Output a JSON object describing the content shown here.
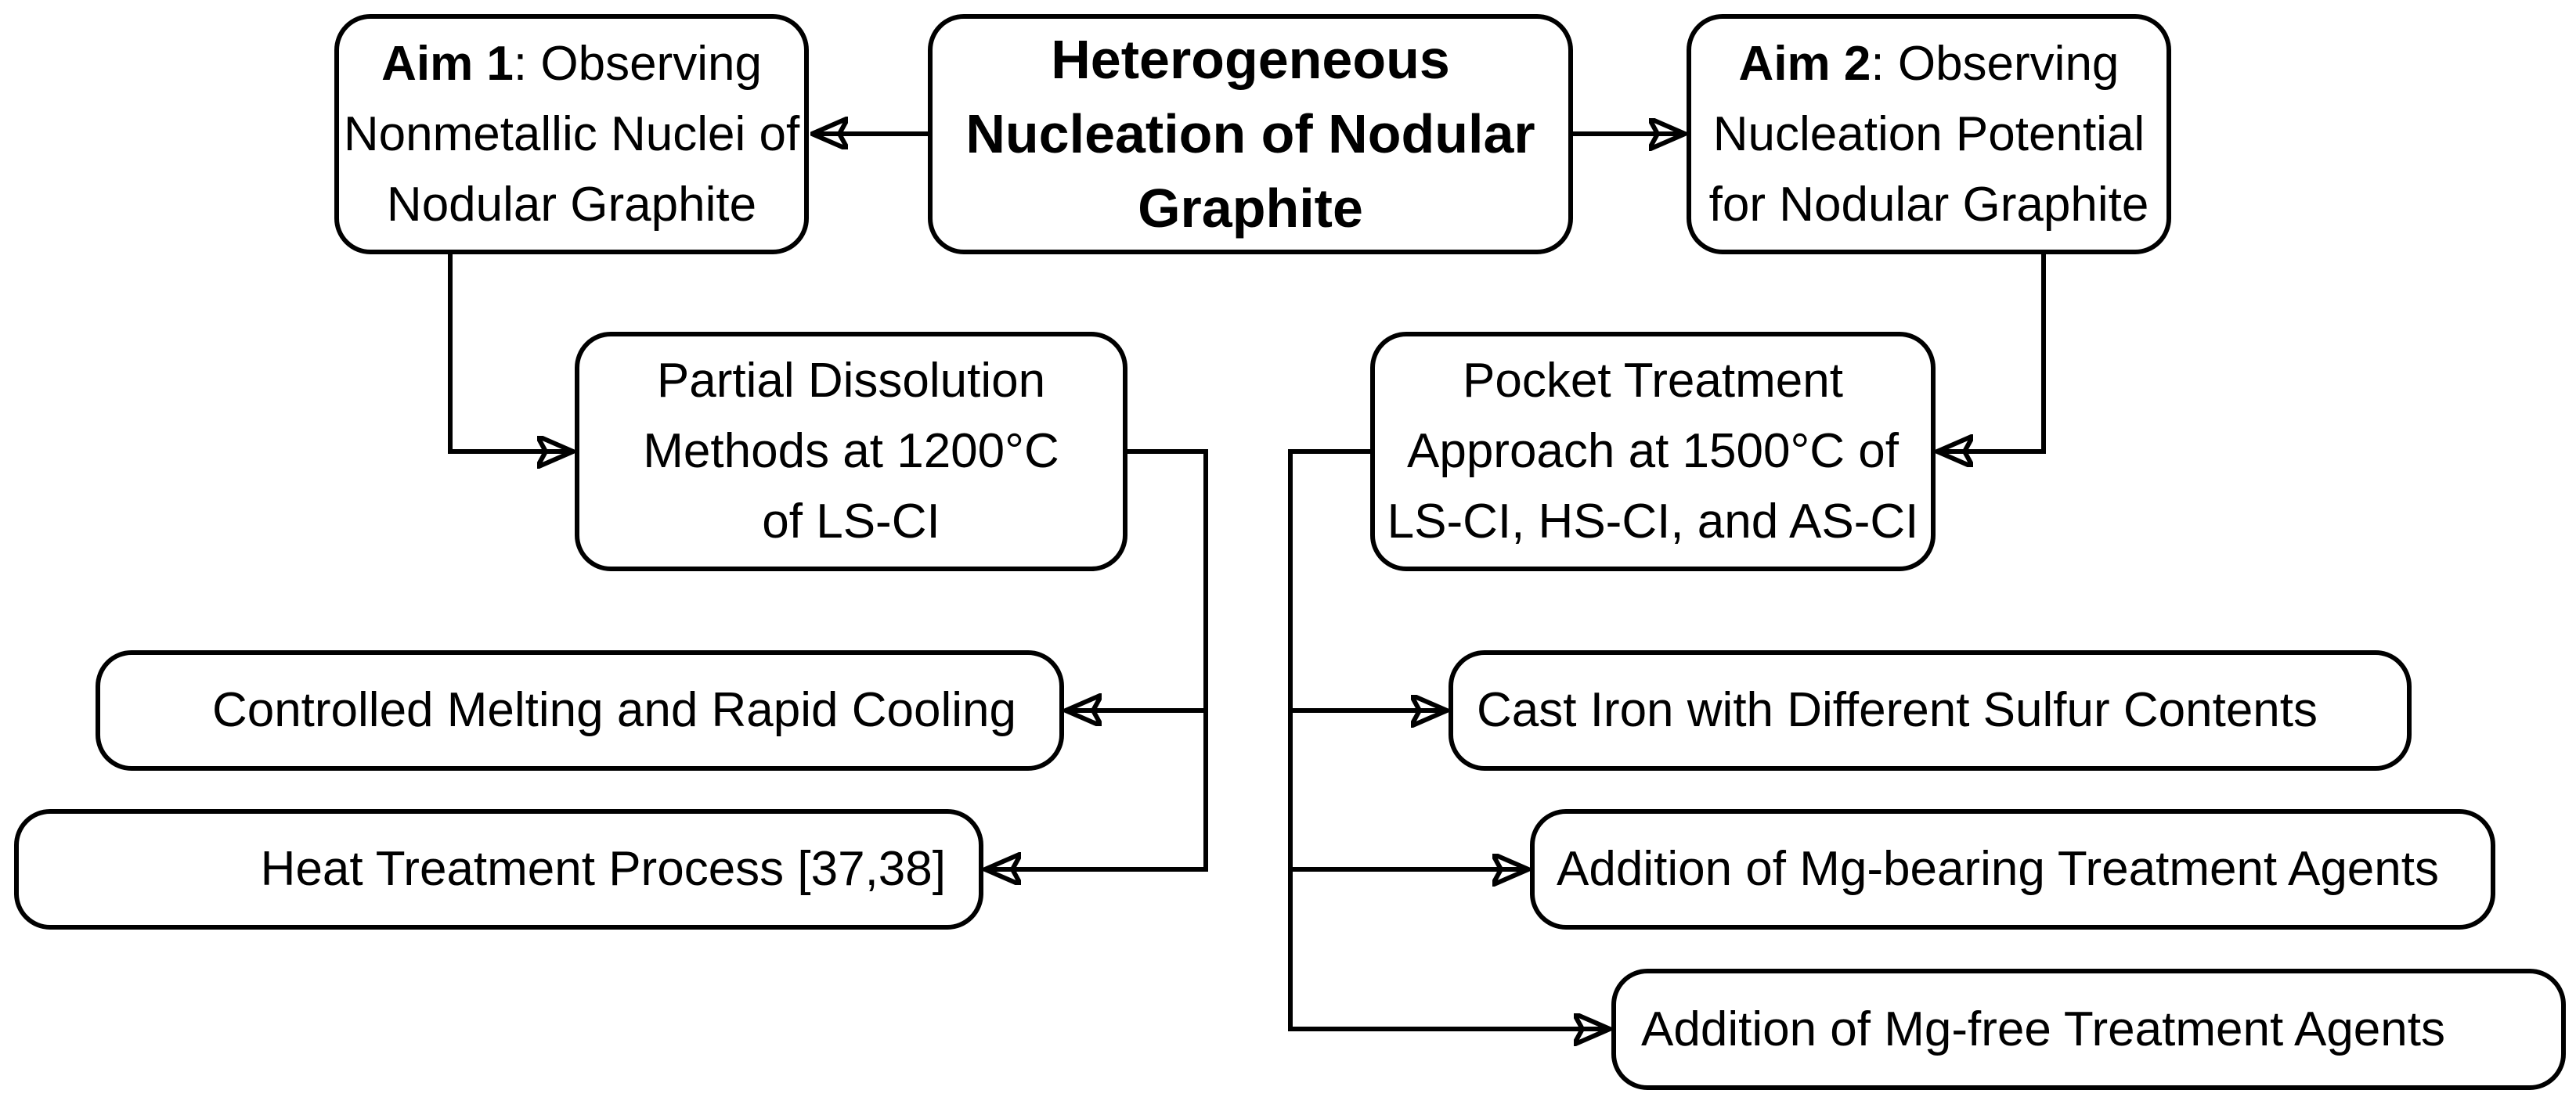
{
  "diagram": {
    "title": "Heterogeneous Nucleation of Nodular Graphite flowchart",
    "colors": {
      "background": "#ffffff",
      "node_fill": "#ffffff",
      "node_border": "#000000",
      "line": "#000000",
      "text": "#000000"
    },
    "nodes": {
      "root": {
        "label": "Heterogeneous Nucleation of Nodular Graphite",
        "lines": [
          "Heterogeneous",
          "Nucleation of Nodular",
          "Graphite"
        ]
      },
      "aim1": {
        "bold": "Aim 1",
        "line1_rest": ": Observing",
        "lines": [
          "Nonmetallic Nuclei of",
          "Nodular Graphite"
        ],
        "label": "Aim 1: Observing Nonmetallic Nuclei of Nodular Graphite"
      },
      "aim2": {
        "bold": "Aim 2",
        "line1_rest": ": Observing",
        "lines": [
          "Nucleation Potential",
          "for Nodular Graphite"
        ],
        "label": "Aim 2: Observing Nucleation Potential for Nodular Graphite"
      },
      "partial_dissolution": {
        "label": "Partial Dissolution Methods at 1200°C of LS-CI",
        "lines": [
          "Partial Dissolution",
          "Methods at 1200°C",
          "of LS-CI"
        ]
      },
      "pocket_treatment": {
        "label": "Pocket Treatment Approach at 1500°C of LS-CI, HS-CI, and AS-CI",
        "lines": [
          "Pocket Treatment",
          "Approach at 1500°C of",
          "LS-CI, HS-CI, and AS-CI"
        ]
      },
      "controlled_melting": {
        "label": "Controlled Melting and Rapid Cooling"
      },
      "heat_treatment": {
        "label": "Heat Treatment Process [37,38]"
      },
      "cast_iron": {
        "label": "Cast Iron with Different Sulfur Contents"
      },
      "mg_bearing": {
        "label": "Addition of Mg-bearing Treatment Agents"
      },
      "mg_free": {
        "label": "Addition of Mg-free Treatment Agents"
      }
    },
    "edges": [
      {
        "from": "root",
        "to": "aim1"
      },
      {
        "from": "root",
        "to": "aim2"
      },
      {
        "from": "aim1",
        "to": "partial_dissolution"
      },
      {
        "from": "aim2",
        "to": "pocket_treatment"
      },
      {
        "from": "partial_dissolution",
        "to": "controlled_melting"
      },
      {
        "from": "partial_dissolution",
        "to": "heat_treatment"
      },
      {
        "from": "pocket_treatment",
        "to": "cast_iron"
      },
      {
        "from": "pocket_treatment",
        "to": "mg_bearing"
      },
      {
        "from": "pocket_treatment",
        "to": "mg_free"
      }
    ]
  }
}
